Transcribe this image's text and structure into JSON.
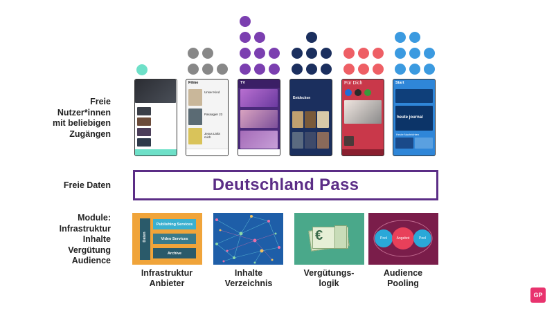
{
  "rows": {
    "users_label": "Freie\nNutzer*innen\nmit beliebigen\nZugängen",
    "data_label": "Freie Daten",
    "modules_label": "Module:\nInfrastruktur\nInhalte\nVergütung\nAudience"
  },
  "pass_title": "Deutschland Pass",
  "apps": [
    {
      "header": "",
      "color": "#6ee0c8"
    },
    {
      "header": "Filme",
      "color": "#888888"
    },
    {
      "header": "TV",
      "color": "#7b3fb0"
    },
    {
      "header": "Entdecken",
      "color": "#1b2f5e"
    },
    {
      "header": "Für Dich",
      "color": "#ee5f65"
    },
    {
      "header": "Start",
      "color": "#3b9ae0"
    }
  ],
  "app_texts": {
    "filme_item1": "Unser Kind",
    "filme_item2": "Passagier 23",
    "filme_item3": "Jesus Liebt mich",
    "zdf_logo": "heute journal",
    "zdf_caption": "Heute Nachrichten"
  },
  "modules": [
    {
      "label": "Infrastruktur\nAnbieter",
      "services": [
        "Publishing Services",
        "Video Services",
        "Archive"
      ],
      "side": "Daten"
    },
    {
      "label": "Inhalte\nVerzeichnis"
    },
    {
      "label": "Vergütungs-\nlogik"
    },
    {
      "label": "Audience\nPooling",
      "circles": [
        "Pool",
        "Angebot",
        "Pool"
      ]
    }
  ],
  "badge": "GP"
}
